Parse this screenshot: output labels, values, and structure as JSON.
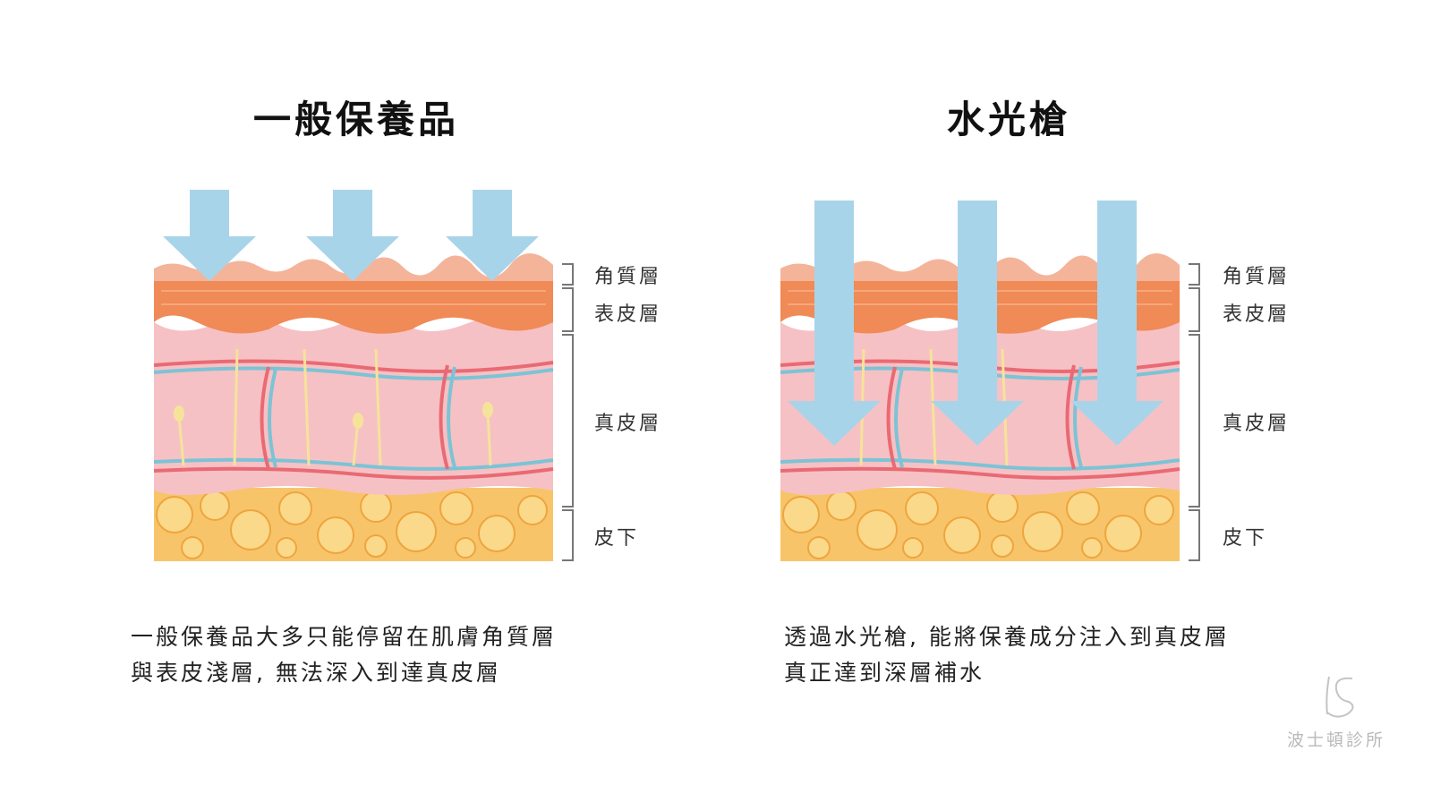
{
  "panels": {
    "left": {
      "title": "一般保養品",
      "layers": {
        "stratum": "角質層",
        "epidermis": "表皮層",
        "dermis": "真皮層",
        "subcutis": "皮下"
      },
      "description": [
        "一般保養品大多只能停留在肌膚角質層",
        "與表皮淺層, 無法深入到達真皮層"
      ]
    },
    "right": {
      "title": "水光槍",
      "layers": {
        "stratum": "角質層",
        "epidermis": "表皮層",
        "dermis": "真皮層",
        "subcutis": "皮下"
      },
      "description": [
        "透過水光槍, 能將保養成分注入到真皮層",
        "真正達到深層補水"
      ]
    }
  },
  "logo": {
    "brand": "波士頓診所"
  },
  "colors": {
    "arrow": "#a8d4ea",
    "stratum": "#f4b49a",
    "epidermis": "#f08a56",
    "dermis": "#f6c1c4",
    "fat": "#f8c46a",
    "vessel_red": "#e96a74",
    "vessel_blue": "#7cc3d6"
  }
}
